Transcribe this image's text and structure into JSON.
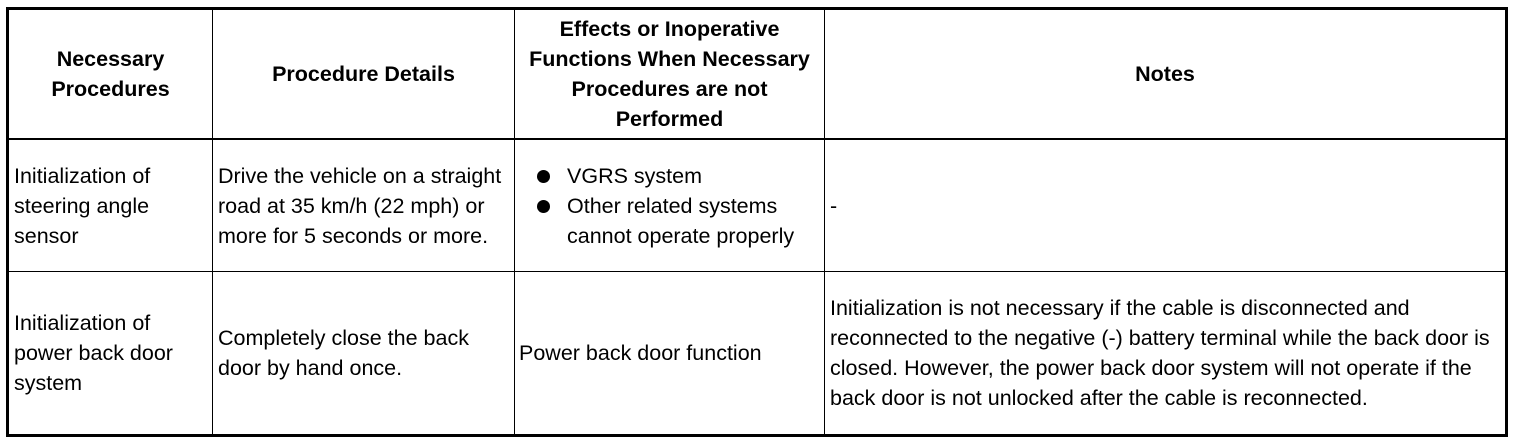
{
  "table": {
    "headers": [
      "Necessary Procedures",
      "Procedure Details",
      "Effects or Inoperative Functions When Necessary Procedures are not Performed",
      "Notes"
    ],
    "rows": [
      {
        "procedure": "Initialization of steering angle sensor",
        "details": "Drive the vehicle on a straight road at 35 km/h (22 mph) or more for 5 seconds or more.",
        "effects": [
          "VGRS system",
          "Other related systems cannot operate properly"
        ],
        "notes": "-"
      },
      {
        "procedure": "Initialization of power back door system",
        "details": "Completely close the back door by hand once.",
        "effects": "Power back door function",
        "notes": "Initialization is not necessary if the cable is disconnected and reconnected to the negative (-) battery terminal while the back door is closed. However, the power back door system will not operate if the back door is not unlocked after the cable is reconnected."
      }
    ]
  }
}
